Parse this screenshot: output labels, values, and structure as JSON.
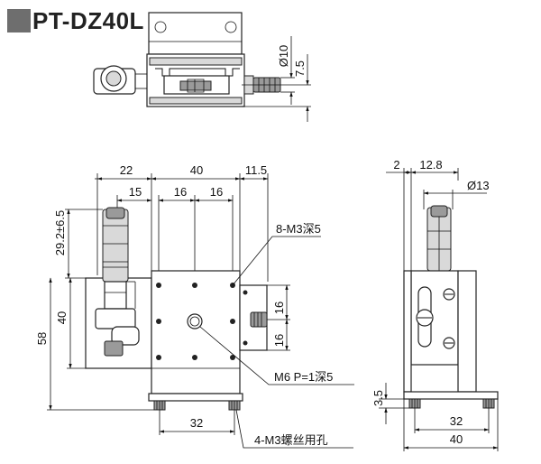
{
  "title": "PT-DZ40L",
  "top_view": {
    "dims": {
      "shaft_dia": "Ø10",
      "shaft_offset": "7.5"
    }
  },
  "front_view": {
    "dims": {
      "left_overall": "22",
      "width": "40",
      "right_overhang": "11.5",
      "left_inner": "15",
      "hole_pitch_a": "16",
      "hole_pitch_b": "16",
      "travel": "29.2±6.5",
      "overall_height": "58",
      "table_height": "40",
      "right_pitch_a": "16",
      "right_pitch_b": "16",
      "base_hole_pitch": "32"
    },
    "notes": {
      "top_holes": "8-M3深5",
      "center_hole": "M6 P=1深5",
      "base_holes": "4-M3螺丝用孔"
    }
  },
  "side_view": {
    "dims": {
      "thickness": "2",
      "offset": "12.8",
      "knob_dia": "Ø13",
      "base_height": "3.5",
      "base_hole_pitch": "32",
      "base_width": "40"
    }
  }
}
